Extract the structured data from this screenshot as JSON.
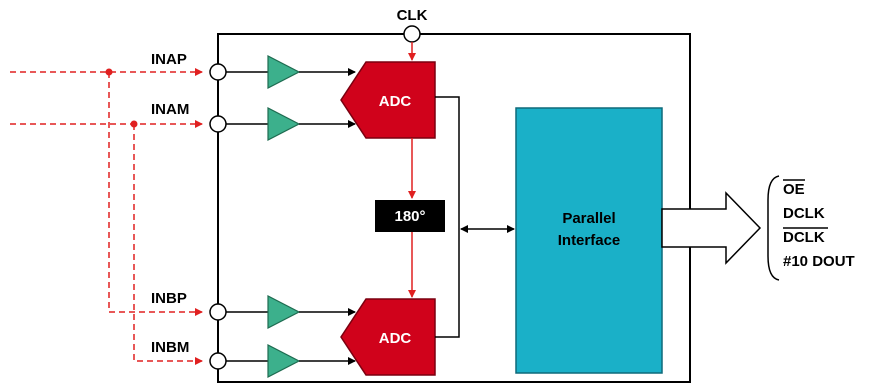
{
  "pins": {
    "clk": "CLK",
    "inap": "INAP",
    "inam": "INAM",
    "inbp": "INBP",
    "inbm": "INBM"
  },
  "blocks": {
    "adc_top": "ADC",
    "adc_bottom": "ADC",
    "phase": "180°",
    "interface_line1": "Parallel",
    "interface_line2": "Interface"
  },
  "outputs": [
    "OE",
    "DCLK",
    "DCLK",
    "#10 DOUT"
  ],
  "colors": {
    "adc_fill": "#d0021b",
    "amp_fill": "#3cb08c",
    "interface_fill": "#1ab0c8",
    "signal_red": "#e02020",
    "phase_fill": "#000000"
  }
}
